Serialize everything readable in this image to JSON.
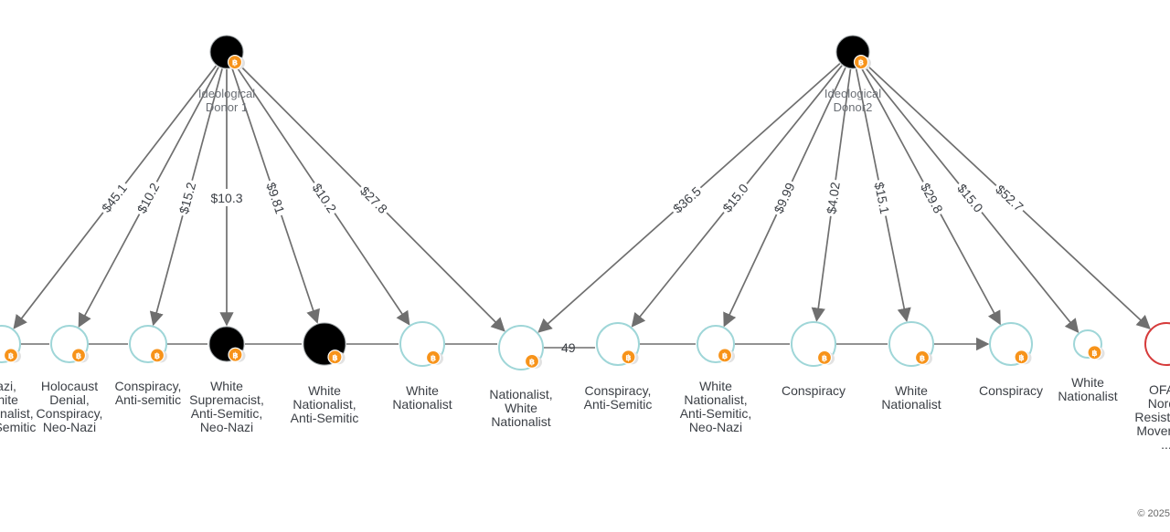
{
  "colors": {
    "edge": "#6f6f6f",
    "node_ring": "#9fd6d8",
    "node_dark": "#000000",
    "node_red": "#d63b3b",
    "bitcoin_badge": "#f7931a",
    "label": "#3b3f45"
  },
  "donors": [
    {
      "id": "donor1",
      "label": "Ideological Donor 1",
      "icon": "bitcoin-icon",
      "style": "dark"
    },
    {
      "id": "donor2",
      "label": "Ideological Donor2",
      "icon": "bitcoin-icon",
      "style": "dark"
    }
  ],
  "recipients": [
    {
      "id": "r0",
      "label_lines": [
        "Nazi,",
        "White",
        "Nationalist,",
        "Anti-Semitic"
      ],
      "style": "ring",
      "icon": "bitcoin-icon"
    },
    {
      "id": "r1",
      "label_lines": [
        "Holocaust",
        "Denial,",
        "Conspiracy,",
        "Neo-Nazi"
      ],
      "style": "ring",
      "icon": "bitcoin-icon"
    },
    {
      "id": "r2",
      "label_lines": [
        "Conspiracy,",
        "Anti-semitic"
      ],
      "style": "ring",
      "icon": "bitcoin-icon"
    },
    {
      "id": "r3",
      "label_lines": [
        "White",
        "Supremacist,",
        "Anti-Semitic,",
        "Neo-Nazi"
      ],
      "style": "dark",
      "icon": "bitcoin-icon"
    },
    {
      "id": "r4",
      "label_lines": [
        "White",
        "Nationalist,",
        "Anti-Semitic"
      ],
      "style": "dark",
      "icon": "bitcoin-icon"
    },
    {
      "id": "r5",
      "label_lines": [
        "White",
        "Nationalist"
      ],
      "style": "ring",
      "icon": "bitcoin-icon"
    },
    {
      "id": "r6",
      "label_lines": [
        "Nationalist,",
        "White",
        "Nationalist"
      ],
      "style": "ring",
      "icon": "bitcoin-icon"
    },
    {
      "id": "r7",
      "label_lines": [
        "Conspiracy,",
        "Anti-Semitic"
      ],
      "style": "ring",
      "icon": "bitcoin-icon"
    },
    {
      "id": "r8",
      "label_lines": [
        "White",
        "Nationalist,",
        "Anti-Semitic,",
        "Neo-Nazi"
      ],
      "style": "ring",
      "icon": "bitcoin-icon"
    },
    {
      "id": "r9",
      "label_lines": [
        "Conspiracy"
      ],
      "style": "ring",
      "icon": "bitcoin-icon"
    },
    {
      "id": "r10",
      "label_lines": [
        "White",
        "Nationalist"
      ],
      "style": "ring",
      "icon": "bitcoin-icon"
    },
    {
      "id": "r11",
      "label_lines": [
        "Conspiracy"
      ],
      "style": "ring",
      "icon": "bitcoin-icon"
    },
    {
      "id": "r12",
      "label_lines": [
        "White",
        "Nationalist"
      ],
      "style": "ring",
      "icon": "bitcoin-icon"
    },
    {
      "id": "r13",
      "label_lines": [
        "OFAC",
        "Nordic",
        "Resistance",
        "Movement",
        "..."
      ],
      "style": "red",
      "icon": "bitcoin-icon"
    }
  ],
  "edges": [
    {
      "from": "donor1",
      "to": "r0",
      "label": "$45.1"
    },
    {
      "from": "donor1",
      "to": "r1",
      "label": "$10.2"
    },
    {
      "from": "donor1",
      "to": "r2",
      "label": "$15.2"
    },
    {
      "from": "donor1",
      "to": "r3",
      "label": "$10.3"
    },
    {
      "from": "donor1",
      "to": "r4",
      "label": "$9.81"
    },
    {
      "from": "donor1",
      "to": "r5",
      "label": "$10.2"
    },
    {
      "from": "donor1",
      "to": "r6",
      "label": "$27.8"
    },
    {
      "from": "donor2",
      "to": "r6",
      "label": "$36.5"
    },
    {
      "from": "donor2",
      "to": "r7",
      "label": "$15.0"
    },
    {
      "from": "donor2",
      "to": "r8",
      "label": "$9.99"
    },
    {
      "from": "donor2",
      "to": "r9",
      "label": "$4.02"
    },
    {
      "from": "donor2",
      "to": "r10",
      "label": "$15.1"
    },
    {
      "from": "donor2",
      "to": "r11",
      "label": "$29.8"
    },
    {
      "from": "donor2",
      "to": "r12",
      "label": "$15.0"
    },
    {
      "from": "donor2",
      "to": "r13",
      "label": "$52.7"
    }
  ],
  "chain_edges": [
    {
      "from": "r0",
      "to": "r1"
    },
    {
      "from": "r1",
      "to": "r2"
    },
    {
      "from": "r2",
      "to": "r3"
    },
    {
      "from": "r3",
      "to": "r4"
    },
    {
      "from": "r4",
      "to": "r5"
    },
    {
      "from": "r5",
      "to": "r6"
    },
    {
      "from": "r6",
      "to": "r7",
      "label": "49"
    },
    {
      "from": "r7",
      "to": "r8"
    },
    {
      "from": "r8",
      "to": "r9"
    },
    {
      "from": "r9",
      "to": "r10"
    },
    {
      "from": "r10",
      "to": "r11",
      "arrow": true
    }
  ],
  "copyright": "© 2025"
}
